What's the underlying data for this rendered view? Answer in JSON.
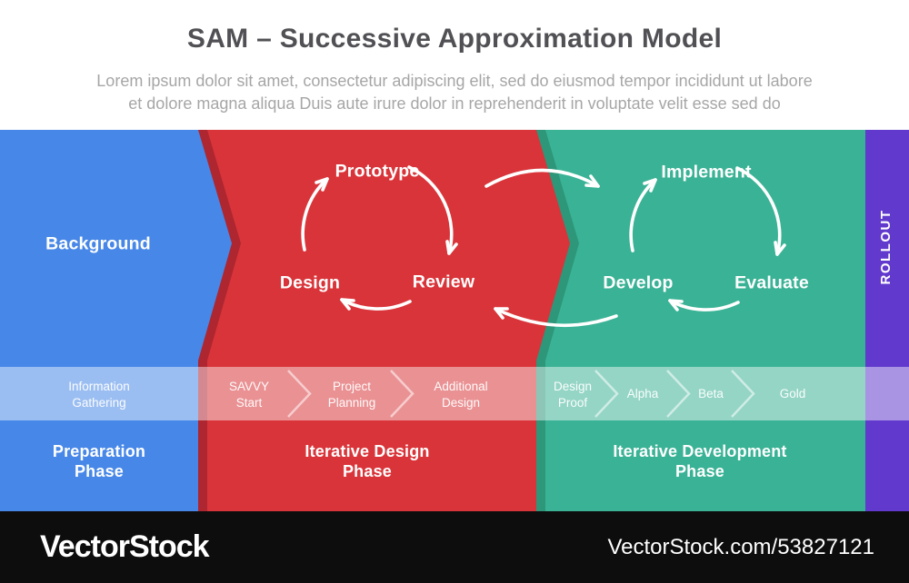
{
  "header": {
    "title": "SAM – Successive Approximation Model",
    "subtitle_line1": "Lorem ipsum dolor sit amet, consectetur adipiscing elit, sed do eiusmod tempor incididunt ut labore",
    "subtitle_line2": "et dolore magna aliqua Duis aute irure dolor in reprehenderit in voluptate velit esse sed do"
  },
  "colors": {
    "blue": "#4787E7",
    "blue_shadow": "#AE2630",
    "red": "#D93439",
    "red_shadow": "#2E9679",
    "teal": "#3AB295",
    "purple": "#6139CC",
    "band_overlay": "rgba(255,255,255,0.46)",
    "title_text": "#515155",
    "subtitle_text": "#A6A6A6",
    "footer_bg": "#0D0D0D"
  },
  "diagram": {
    "preparation": {
      "section_label": "Background",
      "phase_line1": "Preparation",
      "phase_line2": "Phase"
    },
    "iterative_design": {
      "cycle_top": "Prototype",
      "cycle_left": "Design",
      "cycle_right": "Review",
      "phase_line1": "Iterative Design",
      "phase_line2": "Phase"
    },
    "iterative_development": {
      "cycle_top": "Implement",
      "cycle_left": "Develop",
      "cycle_right": "Evaluate",
      "phase_line1": "Iterative Development",
      "phase_line2": "Phase"
    },
    "rollout_label": "ROLLOUT",
    "steps": [
      {
        "line1": "Information",
        "line2": "Gathering"
      },
      {
        "line1": "SAVVY",
        "line2": "Start"
      },
      {
        "line1": "Project",
        "line2": "Planning"
      },
      {
        "line1": "Additional",
        "line2": "Design"
      },
      {
        "line1": "Design",
        "line2": "Proof"
      },
      {
        "line1": "Alpha"
      },
      {
        "line1": "Beta"
      },
      {
        "line1": "Gold"
      }
    ]
  },
  "footer": {
    "brand": "VectorStock",
    "watermark": "VectorStock.com/53827121"
  }
}
